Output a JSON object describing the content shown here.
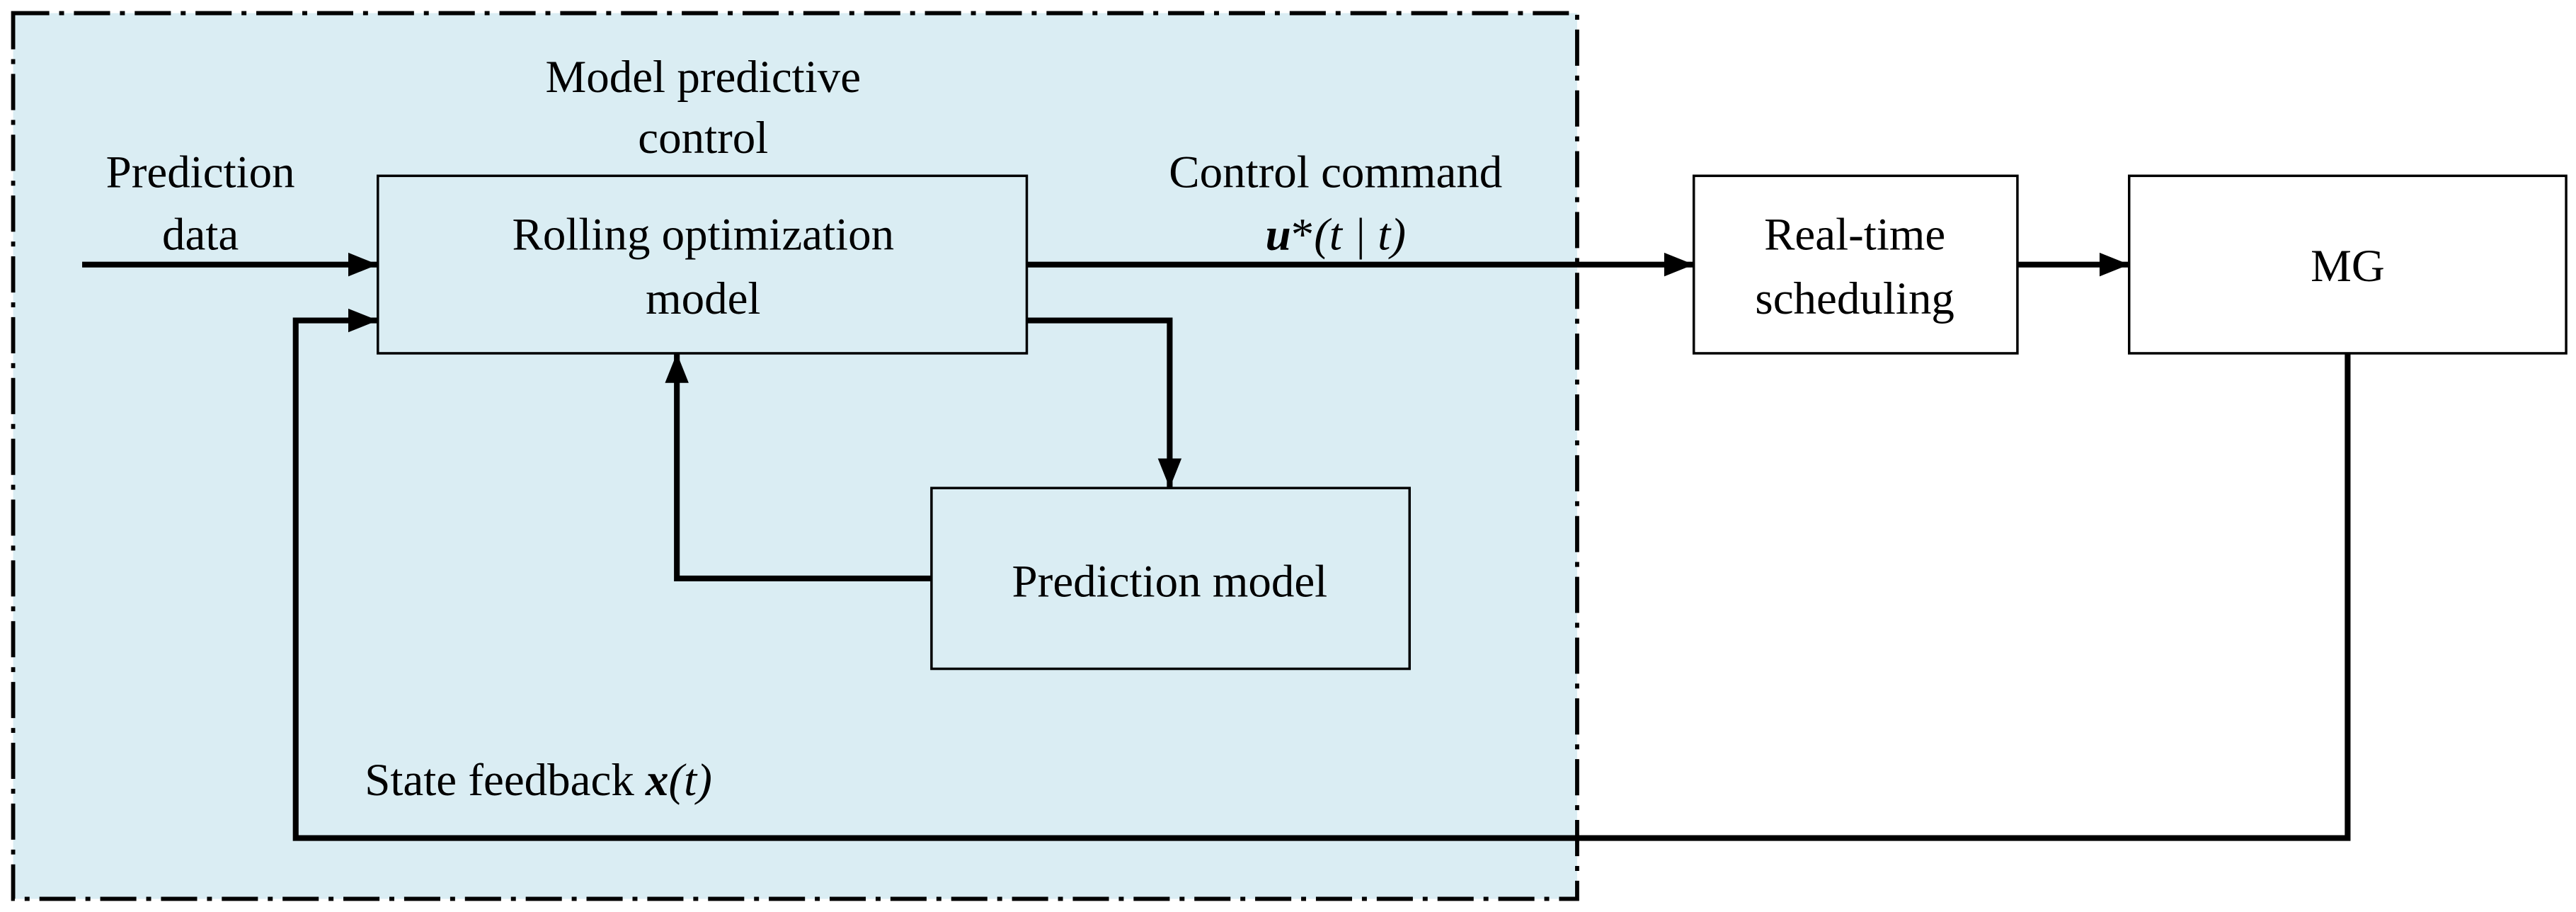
{
  "region": {
    "label_line1": "Model predictive",
    "label_line2": "control",
    "fill_color": "#daedf3"
  },
  "inputs": {
    "prediction_data_line1": "Prediction",
    "prediction_data_line2": "data"
  },
  "rolling_box": {
    "line1": "Rolling optimization",
    "line2": "model"
  },
  "prediction_model_box": {
    "label": "Prediction model"
  },
  "control_command": {
    "label": "Control command",
    "symbol": "u",
    "superscript": "*",
    "args": "(t | t)"
  },
  "realtime_box": {
    "line1": "Real-time",
    "line2": "scheduling"
  },
  "mg_box": {
    "label": "MG"
  },
  "feedback": {
    "label": "State feedback ",
    "symbol": "x",
    "args": "(t)"
  }
}
